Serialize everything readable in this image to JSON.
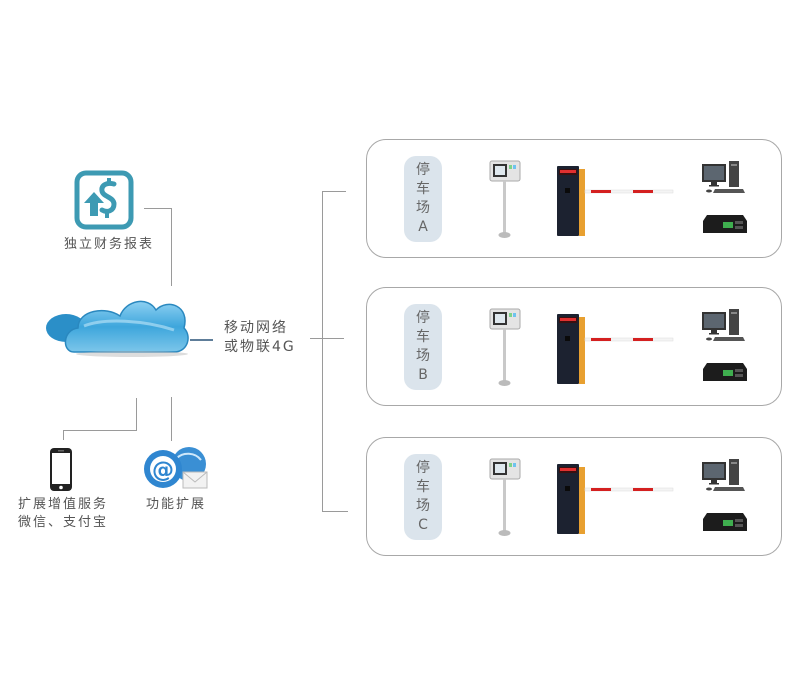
{
  "report": {
    "icon": "dollar-up-arrow-icon",
    "label": "独立财务报表",
    "color": "#3d9ab3"
  },
  "cloud": {
    "icon": "cloud-icon",
    "color": "#3a9fd6"
  },
  "network": {
    "line1": "移动网络",
    "line2": "或物联4G"
  },
  "mobile": {
    "icon": "smartphone-icon",
    "line1": "扩展增值服务",
    "line2": "微信、支付宝"
  },
  "extension": {
    "icon": "email-at-globe-icon",
    "label": "功能扩展"
  },
  "lots": [
    {
      "chars": [
        "停",
        "车",
        "场"
      ],
      "letter": "A"
    },
    {
      "chars": [
        "停",
        "车",
        "场"
      ],
      "letter": "B"
    },
    {
      "chars": [
        "停",
        "车",
        "场"
      ],
      "letter": "C"
    }
  ],
  "devices": {
    "kiosk": "ticket-kiosk-icon",
    "barrier": "barrier-gate-icon",
    "computer": "desktop-computer-icon",
    "controller": "controller-box-icon"
  }
}
